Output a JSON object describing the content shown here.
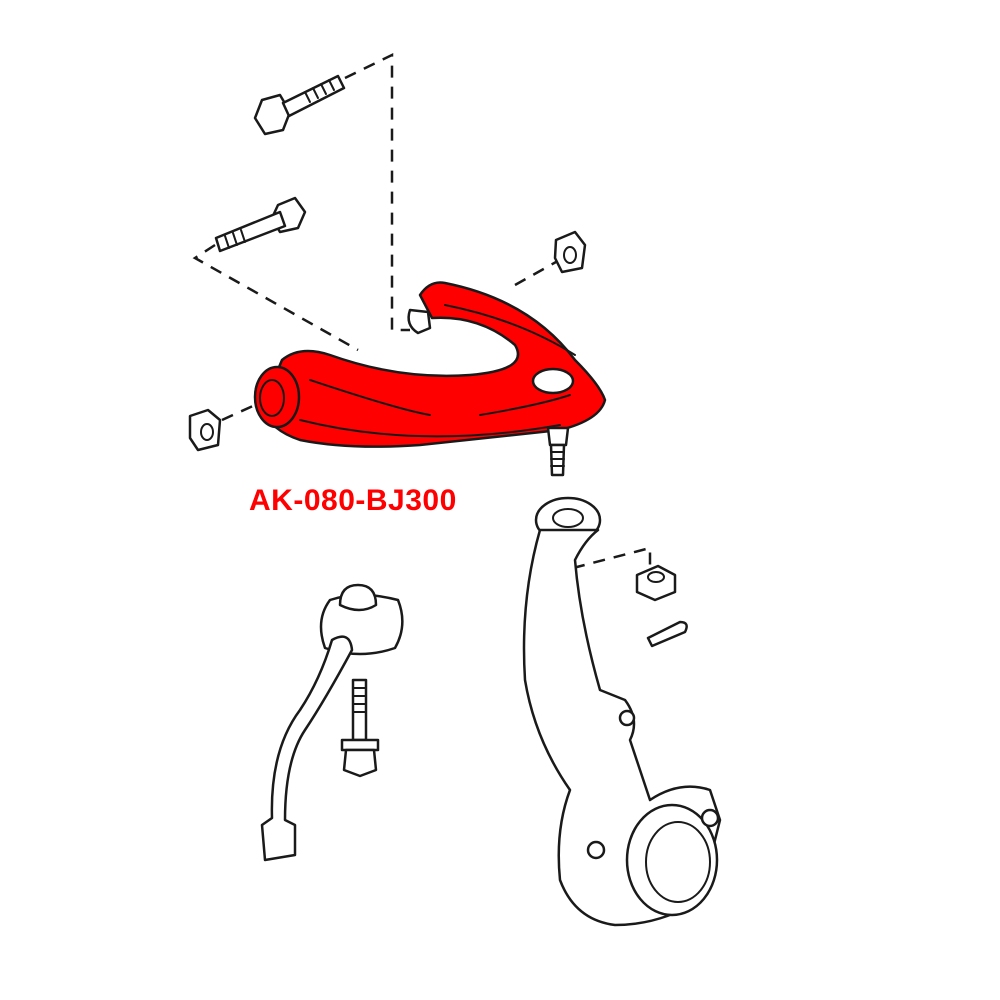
{
  "part_number": "AK-080-BJ300",
  "colors": {
    "highlight": "#ff0000",
    "line": "#1a1a1a",
    "background": "#ffffff"
  },
  "parts": [
    "bolt",
    "bolt",
    "nut",
    "nut",
    "upper-control-arm",
    "tie-rod-end",
    "bolt",
    "steering-knuckle",
    "castle-nut",
    "cotter-pin"
  ]
}
